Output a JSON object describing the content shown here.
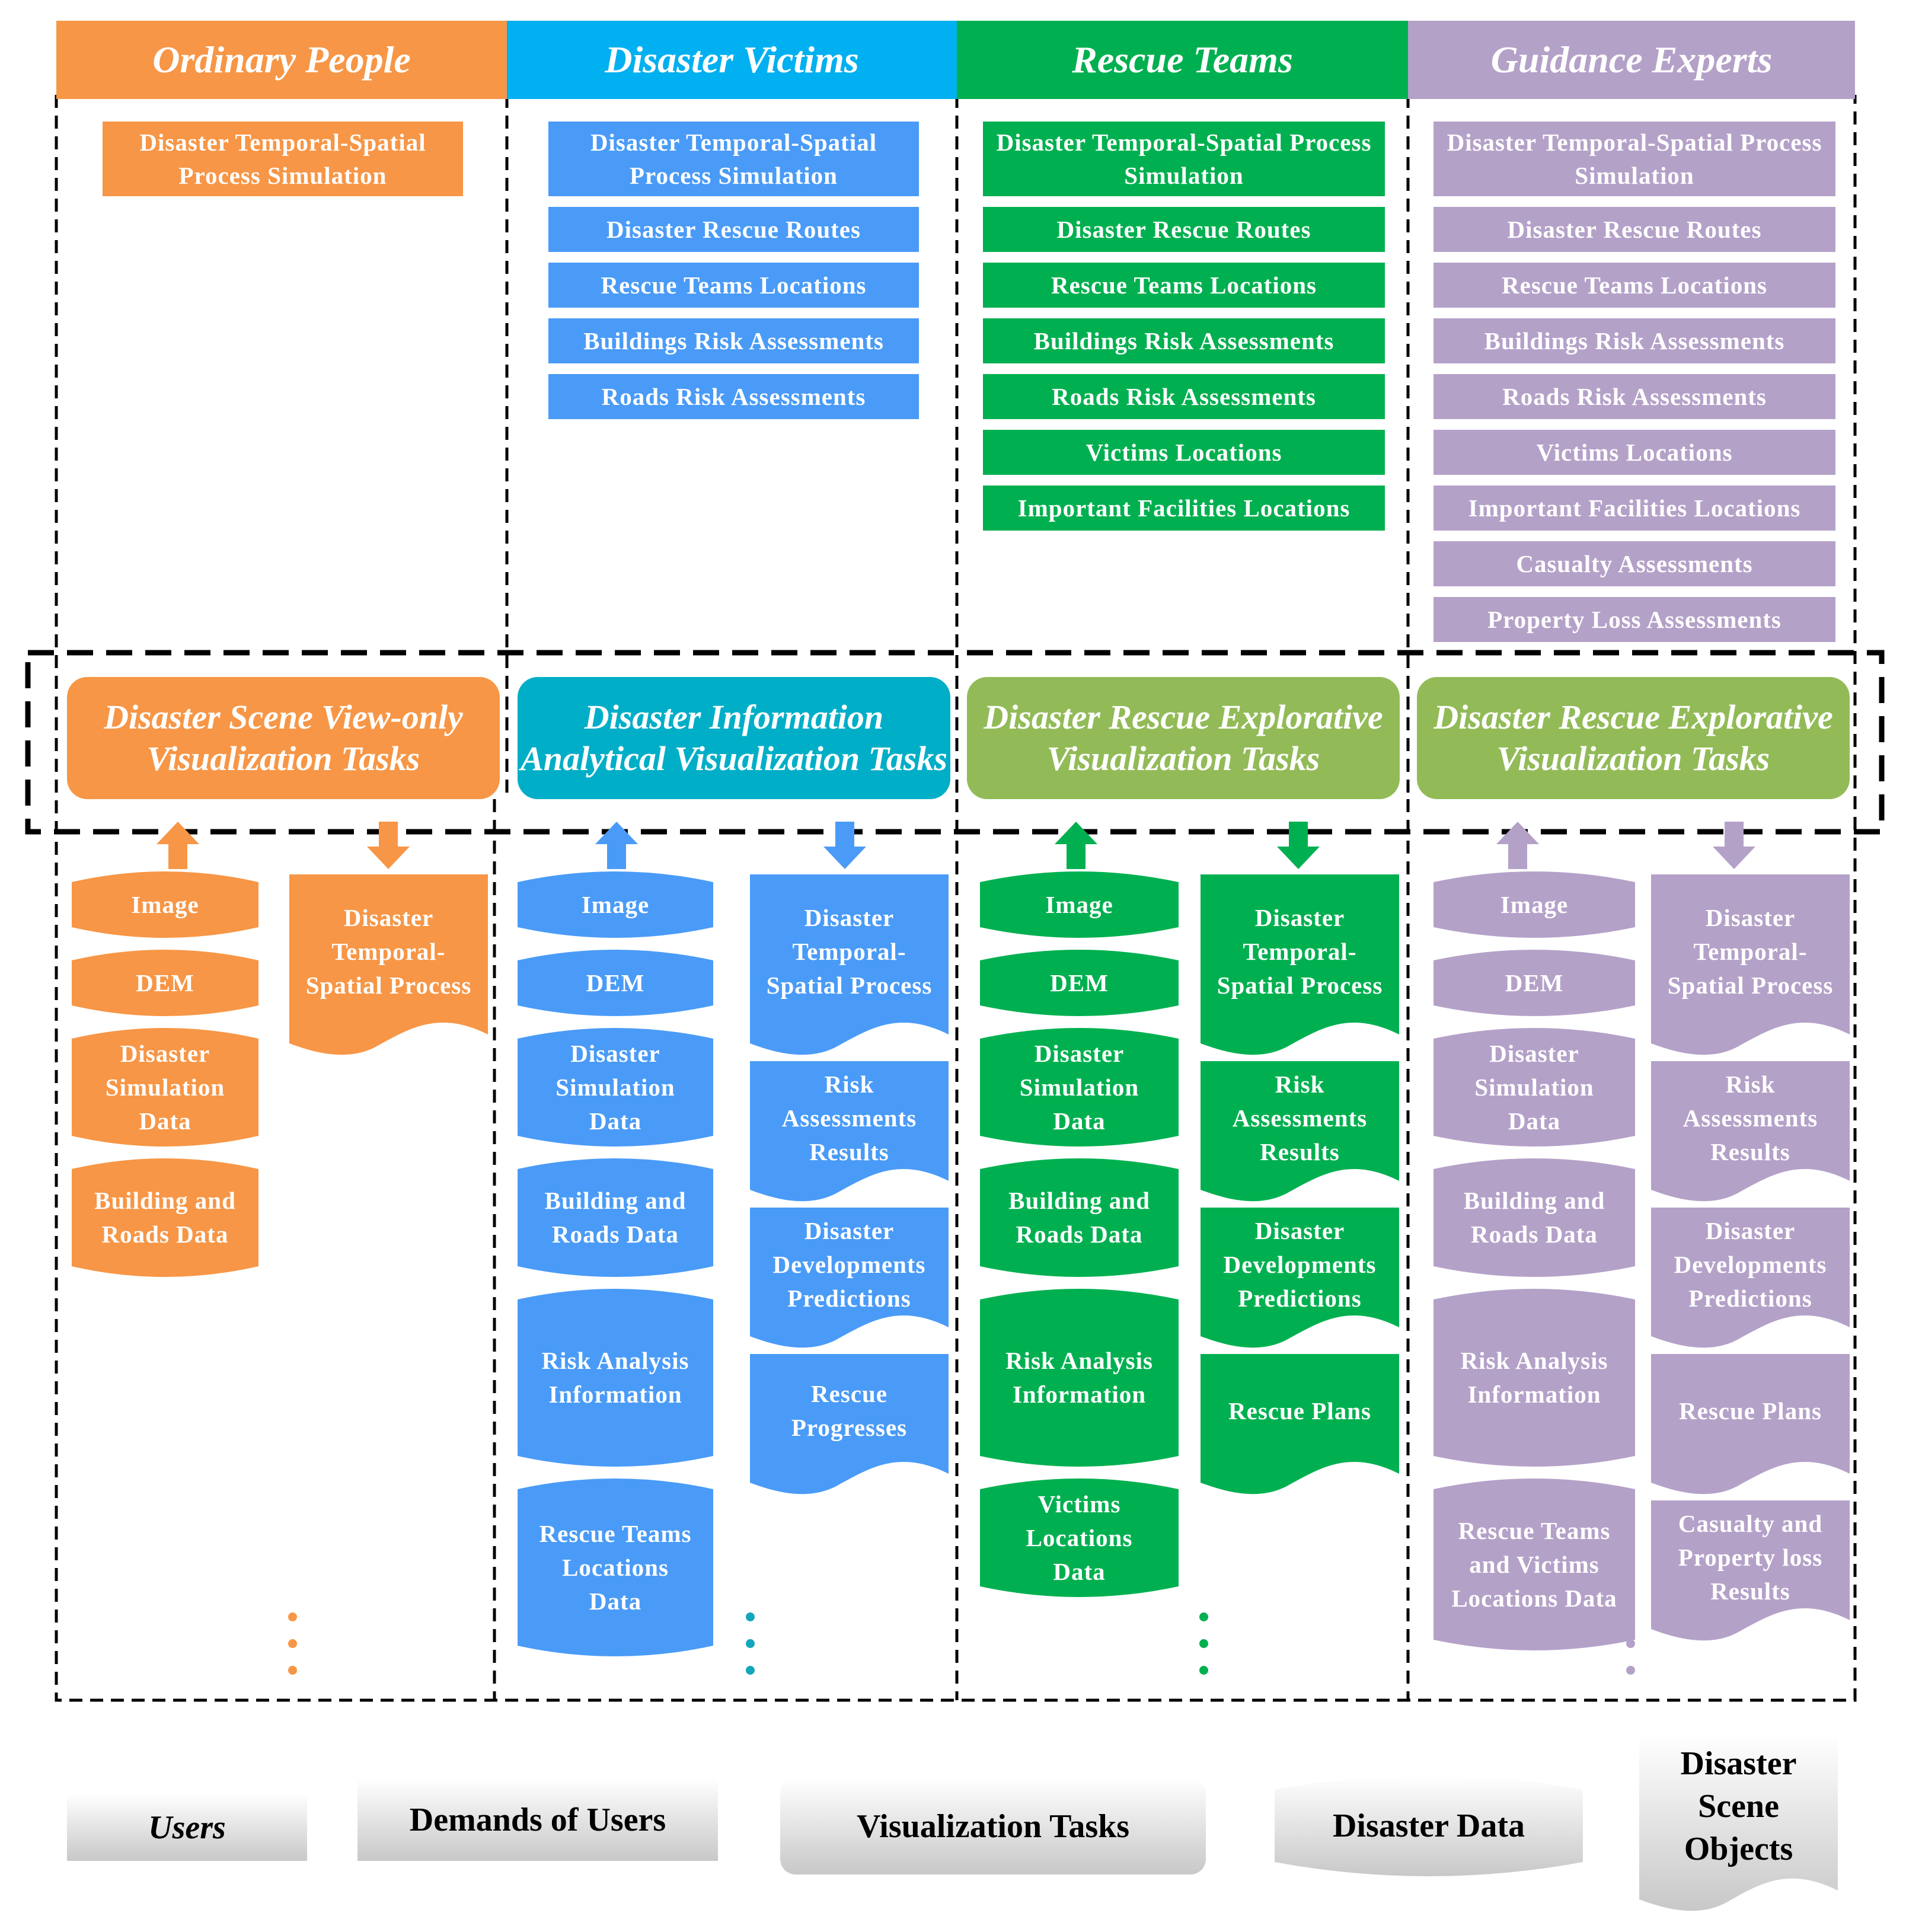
{
  "colors": {
    "orange": "#F79646",
    "cyan": "#00B0F0",
    "green": "#00B050",
    "purple": "#B4A1C8",
    "blue": "#4A9BF7",
    "task_cyan": "#00AEC7",
    "task_green": "#92BB58",
    "dot_cyan": "#14A6BC"
  },
  "columns": [
    {
      "header": "Ordinary People",
      "demands": [
        "Disaster Temporal-Spatial Process Simulation"
      ],
      "task": "Disaster Scene View-only Visualization Tasks",
      "data": [
        "Image",
        "DEM",
        "Disaster Simulation Data",
        "Building and Roads Data"
      ],
      "objects": [
        "Disaster Temporal-Spatial Process"
      ]
    },
    {
      "header": "Disaster Victims",
      "demands": [
        "Disaster Temporal-Spatial Process Simulation",
        "Disaster Rescue Routes",
        "Rescue Teams Locations",
        "Buildings Risk Assessments",
        "Roads Risk Assessments"
      ],
      "task": "Disaster Information Analytical Visualization Tasks",
      "data": [
        "Image",
        "DEM",
        "Disaster Simulation Data",
        "Building and Roads Data",
        "Risk Analysis Information",
        "Rescue Teams Locations Data"
      ],
      "objects": [
        "Disaster Temporal-Spatial Process",
        "Risk Assessments Results",
        "Disaster Developments Predictions",
        "Rescue Progresses"
      ]
    },
    {
      "header": "Rescue Teams",
      "demands": [
        "Disaster Temporal-Spatial Process Simulation",
        "Disaster Rescue Routes",
        "Rescue Teams Locations",
        "Buildings Risk Assessments",
        "Roads Risk Assessments",
        "Victims Locations",
        "Important Facilities Locations"
      ],
      "task": "Disaster Rescue Explorative Visualization Tasks",
      "data": [
        "Image",
        "DEM",
        "Disaster Simulation Data",
        "Building and Roads Data",
        "Risk Analysis Information",
        "Victims Locations Data"
      ],
      "objects": [
        "Disaster Temporal-Spatial Process",
        "Risk Assessments Results",
        "Disaster Developments Predictions",
        "Rescue Plans"
      ]
    },
    {
      "header": "Guidance Experts",
      "demands": [
        "Disaster Temporal-Spatial Process Simulation",
        "Disaster Rescue Routes",
        "Rescue Teams Locations",
        "Buildings Risk Assessments",
        "Roads Risk Assessments",
        "Victims Locations",
        "Important Facilities Locations",
        "Casualty Assessments",
        "Property Loss Assessments"
      ],
      "task": "Disaster Rescue Explorative Visualization Tasks",
      "data": [
        "Image",
        "DEM",
        "Disaster Simulation Data",
        "Building and Roads Data",
        "Risk Analysis Information",
        "Rescue Teams and Victims Locations Data"
      ],
      "objects": [
        "Disaster Temporal-Spatial Process",
        "Risk Assessments Results",
        "Disaster Developments Predictions",
        "Rescue Plans",
        "Casualty and Property loss Results"
      ]
    }
  ],
  "legend": {
    "users": "Users",
    "demands": "Demands of Users",
    "tasks": "Visualization Tasks",
    "data": "Disaster Data",
    "objects": "Disaster Scene Objects"
  }
}
